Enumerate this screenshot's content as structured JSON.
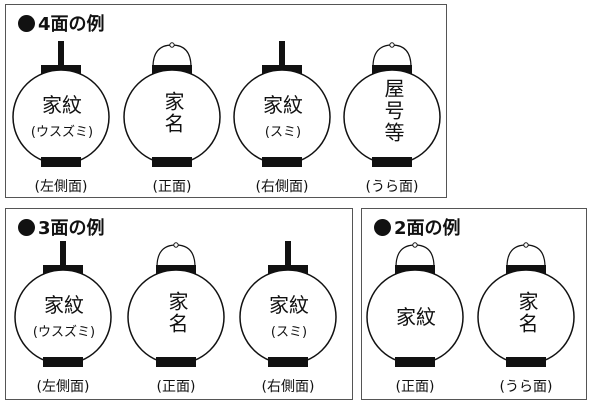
{
  "panels": [
    {
      "title": "4面の例",
      "lanterns": [
        {
          "top": "handle",
          "main": "家紋",
          "sub": "(ウスズミ)",
          "caption": "(左側面)",
          "vertical": false
        },
        {
          "top": "dome",
          "main": "家名",
          "sub": "",
          "caption": "(正面)",
          "vertical": true
        },
        {
          "top": "handle",
          "main": "家紋",
          "sub": "(スミ)",
          "caption": "(右側面)",
          "vertical": false
        },
        {
          "top": "dome",
          "main": "屋号等",
          "sub": "",
          "caption": "(うら面)",
          "vertical": true
        }
      ]
    },
    {
      "title": "3面の例",
      "lanterns": [
        {
          "top": "handle",
          "main": "家紋",
          "sub": "(ウスズミ)",
          "caption": "(左側面)",
          "vertical": false
        },
        {
          "top": "dome",
          "main": "家名",
          "sub": "",
          "caption": "(正面)",
          "vertical": true
        },
        {
          "top": "handle",
          "main": "家紋",
          "sub": "(スミ)",
          "caption": "(右側面)",
          "vertical": false
        }
      ]
    },
    {
      "title": "2面の例",
      "lanterns": [
        {
          "top": "dome",
          "main": "家紋",
          "sub": "",
          "caption": "(正面)",
          "vertical": false
        },
        {
          "top": "dome",
          "main": "家名",
          "sub": "",
          "caption": "(うら面)",
          "vertical": true
        }
      ]
    }
  ]
}
